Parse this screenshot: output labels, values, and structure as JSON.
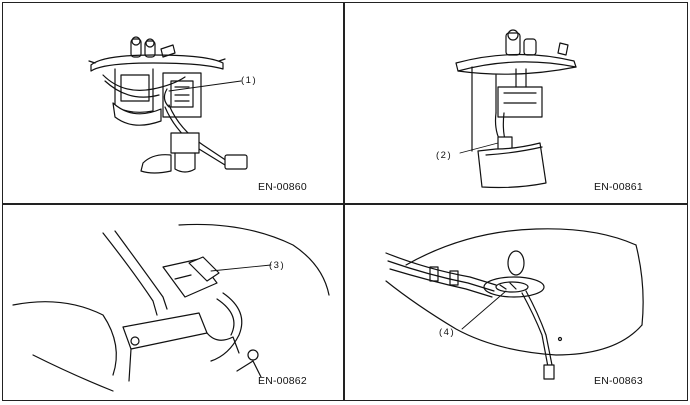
{
  "panels": [
    {
      "code": "EN-00860",
      "callout": "(1)"
    },
    {
      "code": "EN-00861",
      "callout": "(2)"
    },
    {
      "code": "EN-00862",
      "callout": "(3)"
    },
    {
      "code": "EN-00863",
      "callout": "(4)"
    }
  ]
}
